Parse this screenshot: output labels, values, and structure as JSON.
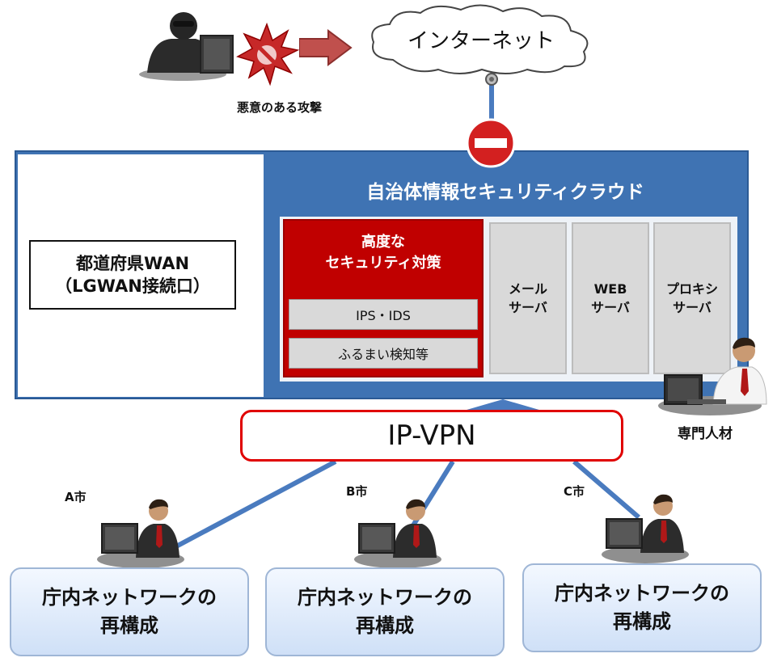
{
  "attack": {
    "label": "悪意のある攻撃"
  },
  "internet": {
    "label": "インターネット"
  },
  "wan": {
    "line1": "都道府県WAN",
    "line2": "（LGWAN接続口）"
  },
  "cloud": {
    "title": "自治体情報セキュリティクラウド"
  },
  "security": {
    "title_line1": "高度な",
    "title_line2": "セキュリティ対策",
    "items": [
      "IPS・IDS",
      "ふるまい検知等"
    ]
  },
  "servers": [
    {
      "line1": "メール",
      "line2": "サーバ"
    },
    {
      "line1": "WEB",
      "line2": "サーバ"
    },
    {
      "line1": "プロキシ",
      "line2": "サーバ"
    }
  ],
  "expert": {
    "label": "専門人材"
  },
  "vpn": {
    "label": "IP-VPN"
  },
  "cities": [
    {
      "label": "A市",
      "box_line1": "庁内ネットワークの",
      "box_line2": "再構成"
    },
    {
      "label": "B市",
      "box_line1": "庁内ネットワークの",
      "box_line2": "再構成"
    },
    {
      "label": "C市",
      "box_line1": "庁内ネットワークの",
      "box_line2": "再構成"
    }
  ],
  "colors": {
    "cloud_blue": "#3f73b3",
    "security_red": "#c00000",
    "vpn_border": "#e00000",
    "server_gray": "#d9d9d9"
  }
}
